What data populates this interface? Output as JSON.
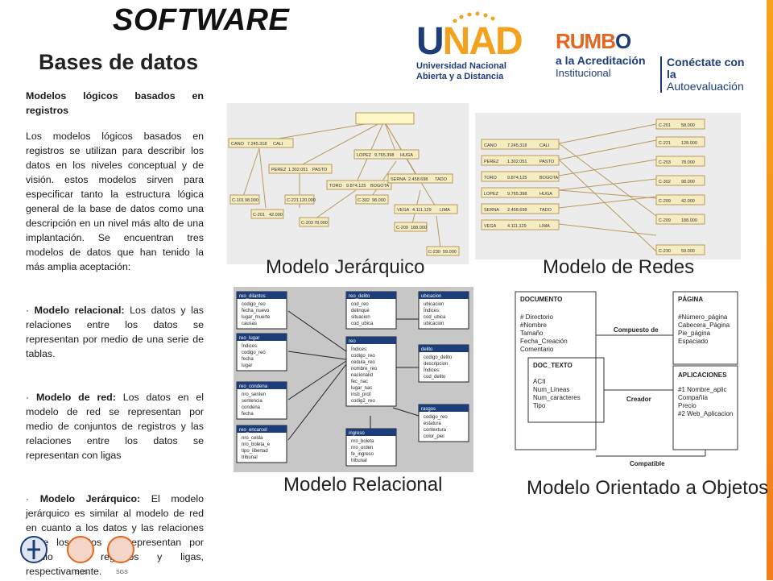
{
  "header": {
    "title": "SOFTWARE",
    "subtitle": "Bases de datos"
  },
  "logos": {
    "unad": {
      "mark": "UNAD",
      "line1": "Universidad Nacional",
      "line2": "Abierta y a Distancia"
    },
    "rumbo": {
      "mark": "RUMBO",
      "line1": "a la Acreditación",
      "line2": "Institucional",
      "right1": "Conéctate con la",
      "right2": "Autoevaluación"
    }
  },
  "content": {
    "heading": "Modelos lógicos basados en registros",
    "intro": "Los modelos lógicos basados en registros se utilizan para describir los datos en los niveles conceptual y de visión. estos modelos sirven para especificar tanto la estructura lógica general de la base de datos como una descripción en un nivel más alto de una implantación. Se encuentran tres modelos de datos que han tenido la más amplia aceptación:",
    "items": [
      {
        "prefix": "· ",
        "term": "Modelo relacional:",
        "text": " Los datos y las relaciones entre los datos se representan por medio de una serie de tablas."
      },
      {
        "prefix": "· ",
        "term": "Modelo de red:",
        "text": " Los datos en el modelo de red se representan por medio de conjuntos de registros y las relaciones entre los datos se representan con ligas"
      },
      {
        "prefix": "· ",
        "term": "Modelo Jerárquico:",
        "text": " El modelo jerárquico es similar al modelo de red en cuanto a los datos y las relaciones entre los datos se representan por medio de registros y ligas, respectivamente."
      }
    ]
  },
  "figures": {
    "jerarquico": {
      "caption": "Modelo Jerárquico",
      "nodes": [
        "CANO",
        "7.245.318",
        "CALI",
        "PEREZ",
        "1.302.051",
        "PASTO",
        "TORO",
        "9.874.125",
        "BOGOTA",
        "LOPEZ",
        "9.765.398",
        "HUGA",
        "SERNA",
        "2.458.698",
        "TADO",
        "VEGA",
        "4.111.129",
        "LIMA",
        "C-101",
        "98.000",
        "C-201",
        "42.000",
        "C-221",
        "120.000",
        "C-203",
        "78.000",
        "C-302",
        "98.000",
        "C-209",
        "188.000",
        "C-230",
        "59.000"
      ]
    },
    "redes": {
      "caption": "Modelo de Redes",
      "left": [
        [
          "CANO",
          "7.245.318",
          "CALI"
        ],
        [
          "PEREZ",
          "1.302.051",
          "PASTO"
        ],
        [
          "TORO",
          "9.874.125",
          "BOGOTA"
        ],
        [
          "LOPEZ",
          "9.765.398",
          "HUGA"
        ],
        [
          "SERNA",
          "2.458.698",
          "TADO"
        ],
        [
          "VEGA",
          "4.111.129",
          "LIMA"
        ]
      ],
      "right": [
        [
          "C-201",
          "58.000"
        ],
        [
          "C-221",
          "128.000"
        ],
        [
          "C-203",
          "78.000"
        ],
        [
          "C-302",
          "98.000"
        ],
        [
          "C-209",
          "42.000"
        ],
        [
          "C-209",
          "188.000"
        ],
        [
          "C-230",
          "59.000"
        ]
      ]
    },
    "relacional": {
      "caption": "Modelo Relacional",
      "tables": [
        {
          "name": "reo_dilantos",
          "fields": [
            "codigo_reo",
            "fecha_nuevo",
            "lugar_muerte",
            "causas"
          ]
        },
        {
          "name": "reo_lugar",
          "fields": [
            "Índices:",
            "codigo_reo",
            "fecha",
            "lugar"
          ]
        },
        {
          "name": "reo_condena",
          "fields": [
            "nro_senten",
            "sentencia",
            "condena",
            "fecha"
          ]
        },
        {
          "name": "reo_encarcel",
          "fields": [
            "nro_celda",
            "nro_boleta_e",
            "tipo_libertad",
            "tribunal"
          ]
        },
        {
          "name": "reo_delito",
          "fields": [
            "cod_reo",
            "delinque",
            "situacion",
            "cod_ubica"
          ]
        },
        {
          "name": "reo",
          "fields": [
            "Índices:",
            "codigo_reo",
            "cedula_reo",
            "nombre_reo",
            "nacionalid",
            "fec_nac",
            "lugar_nac",
            "insti_prof",
            "codig2_reo"
          ]
        },
        {
          "name": "ingreso",
          "fields": [
            "nro_boleta",
            "nro_orden",
            "fe_ingreso",
            "tribunal"
          ]
        },
        {
          "name": "ubicacion",
          "fields": [
            "ubicacion",
            "Índices:",
            "cod_ubica",
            "ubicacion"
          ]
        },
        {
          "name": "delito",
          "fields": [
            "codigo_delito",
            "descripcion",
            "Índices:",
            "cod_delito"
          ]
        },
        {
          "name": "rasgos",
          "fields": [
            "codigo_reo",
            "estatura",
            "contextura",
            "color_piel"
          ]
        }
      ]
    },
    "objetos": {
      "caption": "Modelo Orientado a Objetos",
      "boxes": [
        {
          "title": "DOCUMENTO",
          "lines": [
            "# Directorio",
            "#Nombre",
            "Tamaño",
            "Fecha_Creación",
            "Comentario"
          ]
        },
        {
          "title": "PÁGINA",
          "lines": [
            "#Número_página",
            "Cabecera_Página",
            "Pie_página",
            "Espaciado"
          ]
        },
        {
          "title": "DOC_TEXTO",
          "lines": [
            "ACII",
            "Num_Líneas",
            "Num_caracteres",
            "Tipo"
          ]
        },
        {
          "title": "APLICACIONES",
          "lines": [
            "#1 Nombre_aplic",
            "Compañía",
            "Precio",
            "#2 Web_Aplicacion"
          ]
        }
      ],
      "relations": [
        "Compuesto de",
        "Creador",
        "Compatible"
      ]
    }
  },
  "footer": {
    "icons": [
      "unad-icon",
      "sgs-icon",
      "sgs-icon"
    ],
    "labels": [
      "SGS",
      "SGS"
    ]
  },
  "colors": {
    "accent": "#f39a1e",
    "brand": "#1c3d7a",
    "panel_bg": "#dcdcdc"
  }
}
